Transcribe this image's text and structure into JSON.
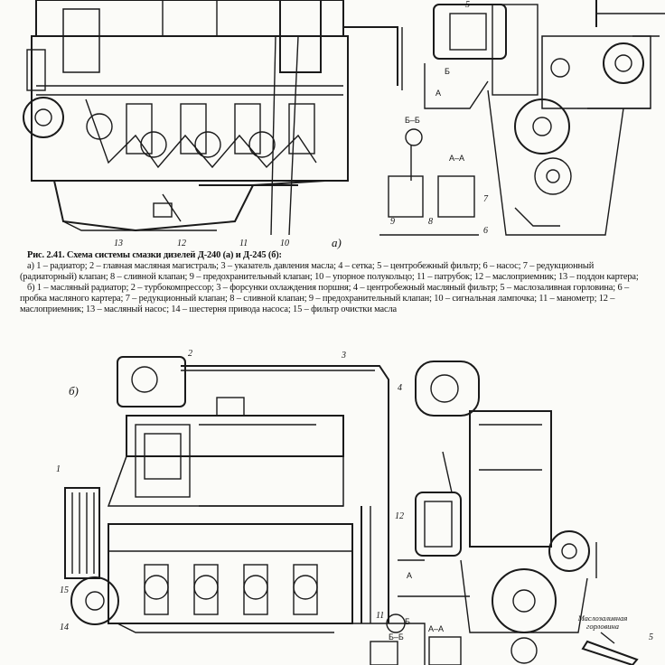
{
  "caption": {
    "title": "Рис. 2.41. Схема системы смазки дизелей Д-240 (а) и Д-245 (б):",
    "part_a": "а) 1 – радиатор; 2 – главная масляная магистраль; 3 – указатель давления масла; 4 – сетка; 5 – центробежный фильтр; 6 – насос; 7 – редукционный (радиаторный) клапан; 8 – сливной клапан; 9 – предохранительный клапан; 10 – упорное полукольцо; 11 – патрубок; 12 – маслоприемник; 13 – поддон картера;",
    "part_b": "б) 1 – масляный радиатор; 2 – турбокомпрессор; 3 – форсунки охлаждения поршня; 4 – центробежный масляный фильтр; 5 – маслозаливная горловина; 6 – пробка масляного картера; 7 – редукционный клапан; 8 – сливной клапан; 9 – предохранительный клапан; 10 – сигнальная лампочка; 11 – манометр; 12 – маслоприемник; 13 – масляный насос; 14 – шестерня привода насоса; 15 – фильтр очистки масла"
  },
  "figure_a": {
    "panel_label": "а)",
    "callouts": [
      "13",
      "12",
      "11",
      "10",
      "9",
      "8",
      "7",
      "6",
      "5",
      "Б",
      "А",
      "Б–Б",
      "А–А"
    ]
  },
  "figure_b": {
    "panel_label": "б)",
    "callouts": [
      "1",
      "2",
      "3",
      "4",
      "5",
      "11",
      "12",
      "14",
      "15",
      "А",
      "Б",
      "А–А",
      "Б–Б"
    ],
    "inscription": "Маслозаливная горловина"
  }
}
